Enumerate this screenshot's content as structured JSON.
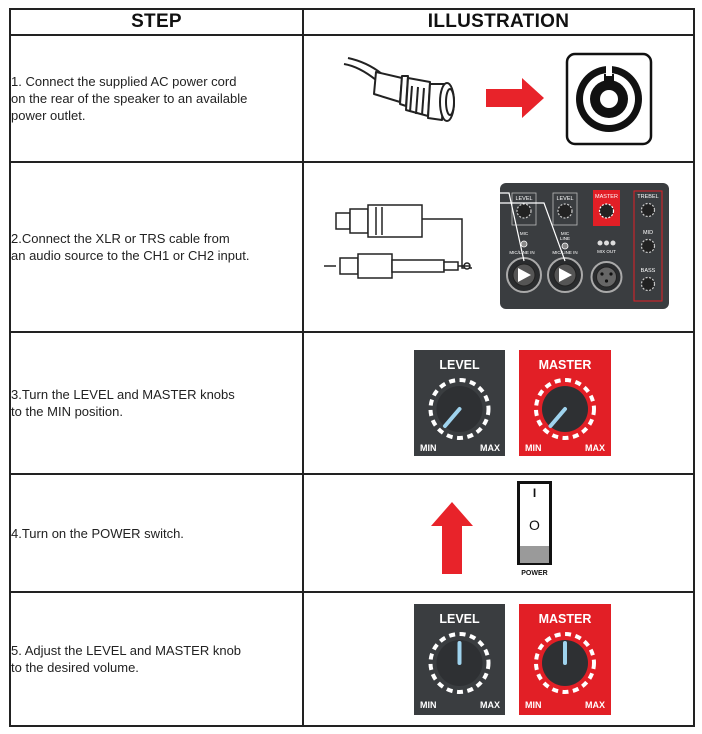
{
  "table": {
    "headers": {
      "step": "STEP",
      "illustration": "ILLUSTRATION"
    },
    "steps": [
      {
        "text": "1. Connect the supplied AC power cord\non the rear of the speaker to an available\npower outlet."
      },
      {
        "text": "2.Connect the XLR or TRS cable from\nan audio source to the CH1 or CH2 input."
      },
      {
        "text": "3.Turn the LEVEL and MASTER knobs\n to the MIN position."
      },
      {
        "text": "4.Turn on the POWER switch."
      },
      {
        "text": "5. Adjust the LEVEL and MASTER knob\n to the desired volume."
      }
    ]
  },
  "panel": {
    "level1": "LEVEL",
    "level2": "LEVEL",
    "master": "MASTER",
    "treble": "TREBEL",
    "mid": "MID",
    "bass": "BASS",
    "mic_line1": "MIC/LINE IN",
    "mic_line2": "MIC/LINE IN",
    "mix_out": "MIX OUT",
    "mic_label": "MIC",
    "line_label": "LINE",
    "min": "MIN",
    "max": "MAX"
  },
  "knobs": {
    "level_label": "LEVEL",
    "master_label": "MASTER",
    "min_label": "MIN",
    "max_label": "MAX",
    "step3_position": "MIN",
    "step5_position": "mid"
  },
  "power_switch": {
    "label": "POWER",
    "on_symbol": "I",
    "off_symbol": "O"
  },
  "colors": {
    "arrow_red": "#e8232a",
    "panel_dark": "#3a3d40",
    "master_red": "#e21f26",
    "pointer_blue": "#9fd3ee"
  }
}
